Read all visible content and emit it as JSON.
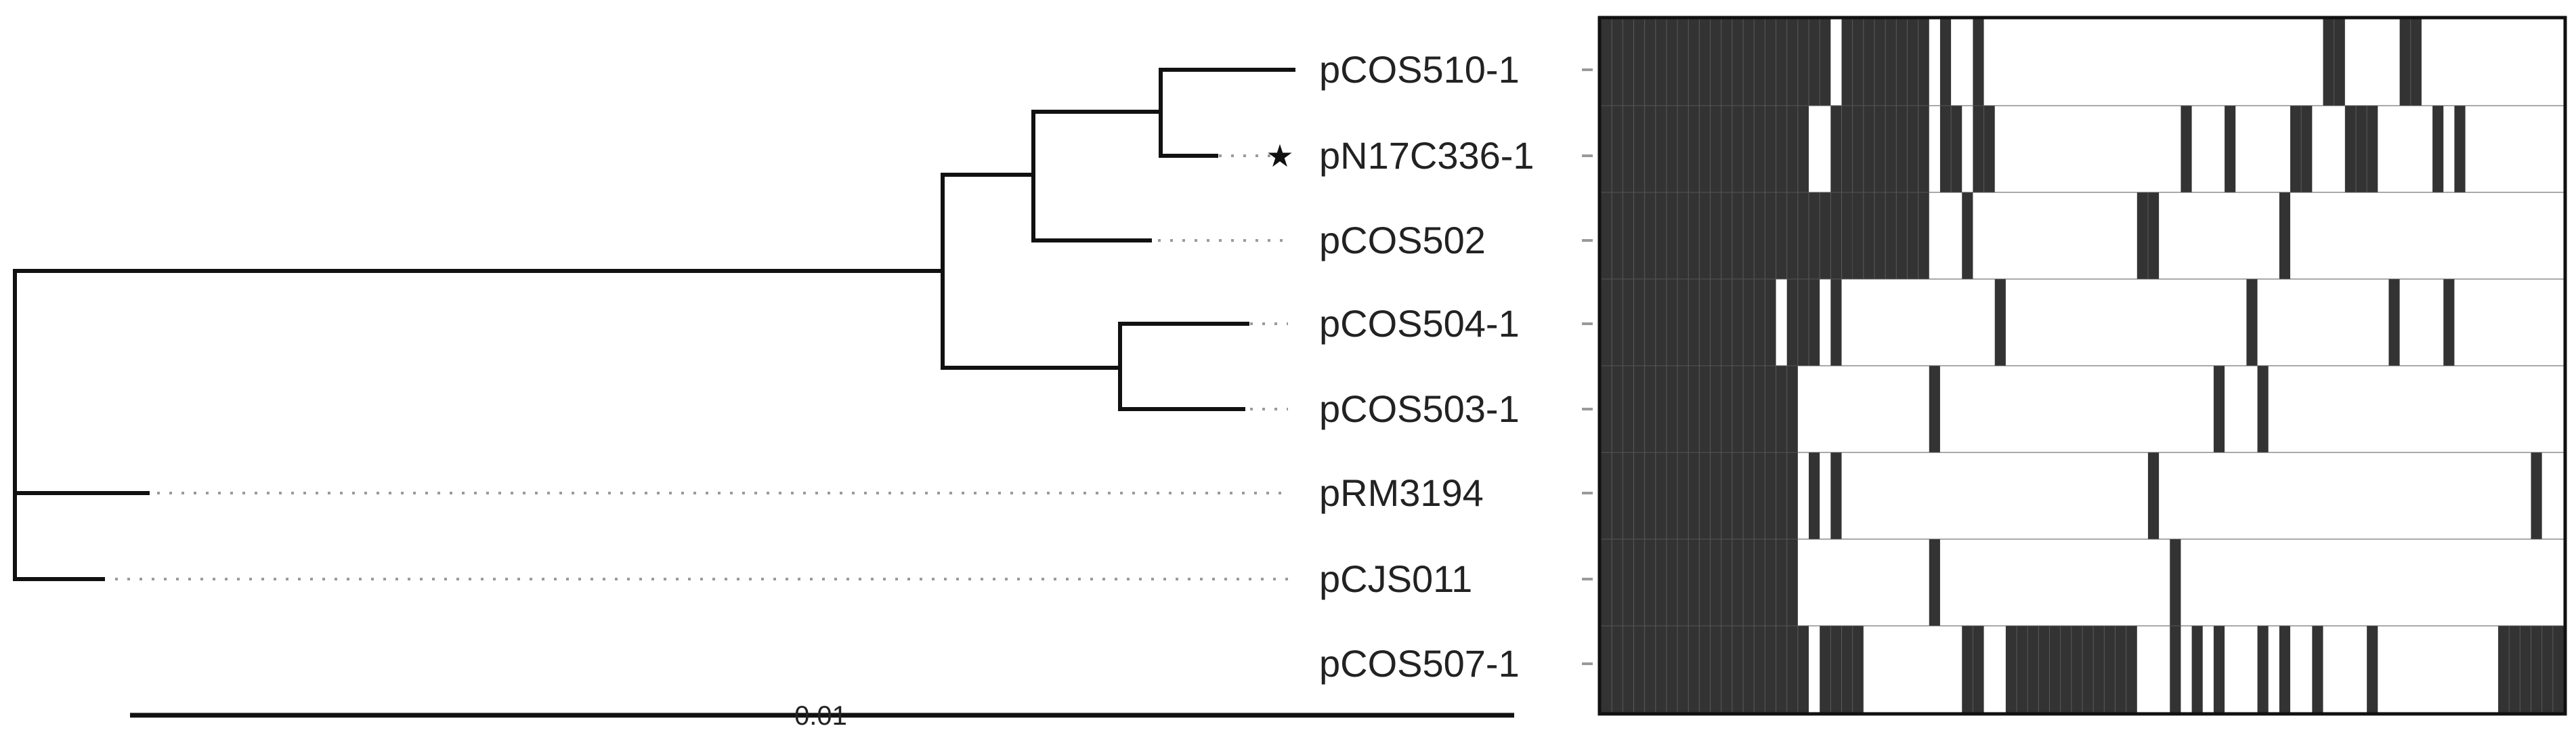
{
  "tree": {
    "leaves": [
      {
        "id": "pCOS510-1",
        "label": "pCOS510-1",
        "star": false
      },
      {
        "id": "pN17C336-1",
        "label": "pN17C336-1",
        "star": true
      },
      {
        "id": "pCOS502",
        "label": "pCOS502",
        "star": false
      },
      {
        "id": "pCOS504-1",
        "label": "pCOS504-1",
        "star": false
      },
      {
        "id": "pCOS503-1",
        "label": "pCOS503-1",
        "star": false
      },
      {
        "id": "pRM3194",
        "label": "pRM3194",
        "star": false
      },
      {
        "id": "pCJS011",
        "label": "pCJS011",
        "star": false
      },
      {
        "id": "pCOS507-1",
        "label": "pCOS507-1",
        "star": false
      }
    ],
    "star_symbol": "★",
    "scale_bar_label": "0.01"
  },
  "presence_matrix": {
    "columns": 88,
    "rows": [
      {
        "leaf": "pCOS510-1",
        "present": [
          [
            0,
            21
          ],
          [
            22,
            30
          ],
          [
            31,
            32
          ],
          [
            34,
            35
          ],
          [
            66,
            68
          ],
          [
            73,
            75
          ]
        ]
      },
      {
        "leaf": "pN17C336-1",
        "present": [
          [
            0,
            19
          ],
          [
            21,
            30
          ],
          [
            31,
            33
          ],
          [
            34,
            36
          ],
          [
            53,
            54
          ],
          [
            57,
            58
          ],
          [
            63,
            65
          ],
          [
            68,
            71
          ],
          [
            76,
            77
          ],
          [
            78,
            79
          ]
        ]
      },
      {
        "leaf": "pCOS502",
        "present": [
          [
            0,
            23
          ],
          [
            23,
            30
          ],
          [
            33,
            34
          ],
          [
            49,
            51
          ],
          [
            62,
            63
          ]
        ]
      },
      {
        "leaf": "pCOS504-1",
        "present": [
          [
            0,
            16
          ],
          [
            17,
            20
          ],
          [
            21,
            22
          ],
          [
            36,
            37
          ],
          [
            59,
            60
          ],
          [
            72,
            73
          ],
          [
            77,
            78
          ]
        ]
      },
      {
        "leaf": "pCOS503-1",
        "present": [
          [
            0,
            18
          ],
          [
            30,
            31
          ],
          [
            56,
            57
          ],
          [
            60,
            61
          ]
        ]
      },
      {
        "leaf": "pRM3194",
        "present": [
          [
            0,
            18
          ],
          [
            19,
            20
          ],
          [
            21,
            22
          ],
          [
            50,
            51
          ],
          [
            85,
            86
          ]
        ]
      },
      {
        "leaf": "pCJS011",
        "present": [
          [
            0,
            18
          ],
          [
            30,
            31
          ],
          [
            52,
            53
          ]
        ]
      },
      {
        "leaf": "pCOS507-1",
        "present": [
          [
            0,
            19
          ],
          [
            20,
            24
          ],
          [
            33,
            35
          ],
          [
            37,
            49
          ],
          [
            52,
            53
          ],
          [
            54,
            55
          ],
          [
            56,
            57
          ],
          [
            60,
            61
          ],
          [
            62,
            63
          ],
          [
            65,
            66
          ],
          [
            70,
            71
          ],
          [
            82,
            88
          ]
        ]
      }
    ]
  },
  "colors": {
    "cell_fill": "#333333",
    "branch": "#111111",
    "guide": "#9a9a9a"
  }
}
